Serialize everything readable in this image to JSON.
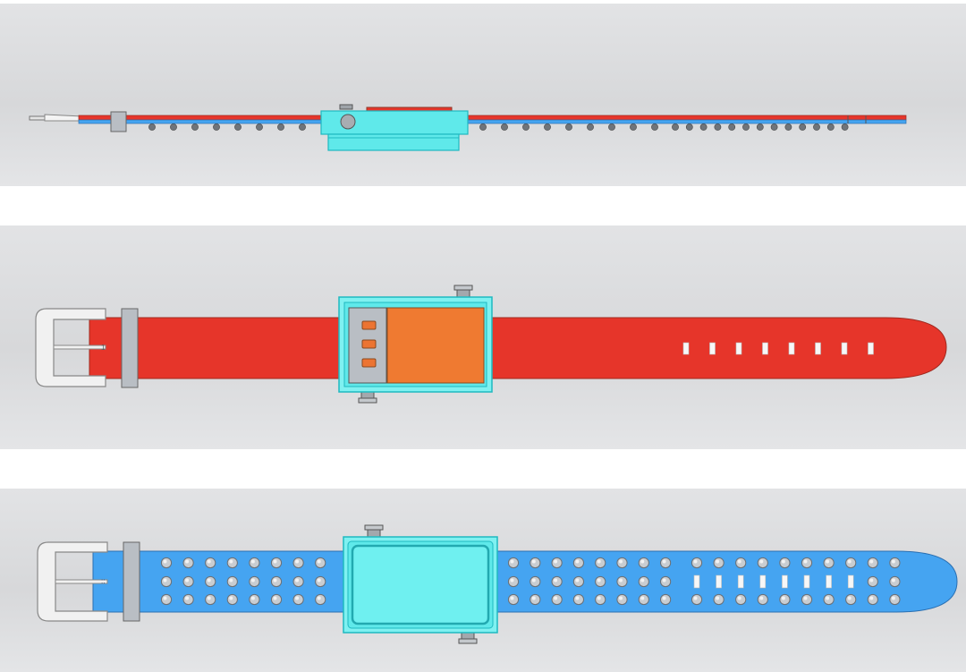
{
  "colors": {
    "background": "#ffffff",
    "panel_gradient": [
      "#e2e3e5",
      "#d7d8da",
      "#e4e5e7"
    ],
    "strap_red": "#e6352a",
    "strap_blue": "#45a4f1",
    "case_cyan": "#5fe9ea",
    "case_outline": "#1fb9c0",
    "screen_orange": "#ef7a31",
    "button_orange": "#ec7432",
    "metal_gray": "#b9bec4",
    "buckle_white": "#f1f1f1",
    "stud_gray": "#8f949a",
    "hole_white": "#f7f7f7"
  },
  "views": [
    {
      "name": "side-view",
      "strap_colors": [
        "strap_red",
        "strap_blue"
      ],
      "stud_count": 30
    },
    {
      "name": "top-view",
      "strap_color": "strap_red",
      "strap_holes": 8,
      "side_buttons": 3
    },
    {
      "name": "bottom-view",
      "strap_color": "strap_blue",
      "stud_rows": 3,
      "slot_holes": 8
    }
  ]
}
